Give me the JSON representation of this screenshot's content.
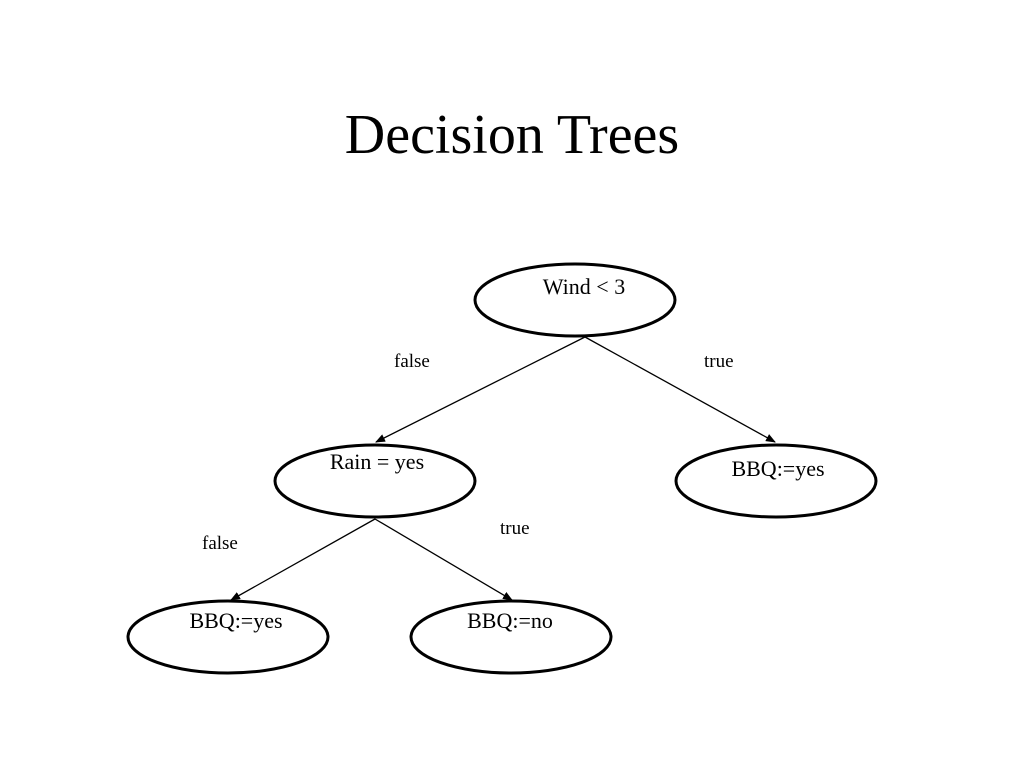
{
  "slide": {
    "title": "Decision Trees"
  },
  "tree": {
    "nodes": {
      "root": "Wind < 3",
      "rain": "Rain = yes",
      "bbq_right": "BBQ:=yes",
      "bbq_left_leaf": "BBQ:=yes",
      "bbq_no": "BBQ:=no"
    },
    "edges": {
      "root_false": "false",
      "root_true": "true",
      "rain_false": "false",
      "rain_true": "true"
    }
  },
  "colors": {
    "stroke": "#000000",
    "background": "#ffffff"
  }
}
